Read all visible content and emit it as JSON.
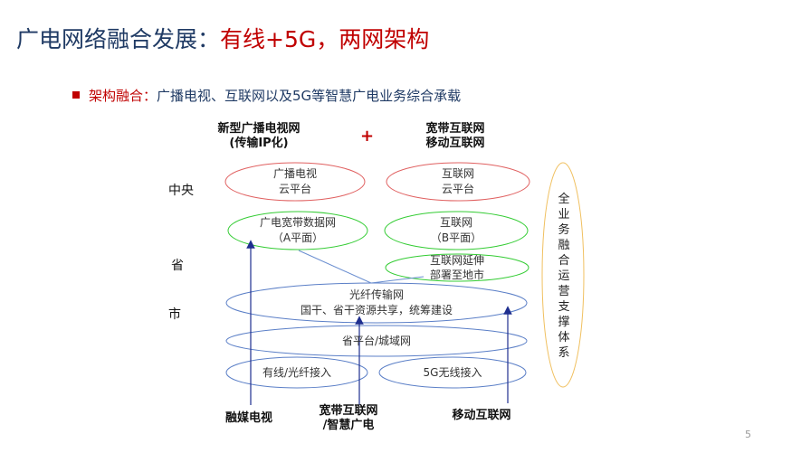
{
  "title": {
    "main": "广电网络融合发展：",
    "highlight": "有线+5G，两网架构"
  },
  "bullet": {
    "lead": "架构融合：",
    "text": "广播电视、互联网以及5G等智慧广电业务综合承载"
  },
  "headers": {
    "left": [
      "新型广播电视网",
      "(传输IP化)"
    ],
    "plus": "+",
    "right": [
      "宽带互联网",
      "移动互联网"
    ]
  },
  "levels": {
    "central": "中央",
    "province": "省",
    "city": "市"
  },
  "nodes": {
    "broadcast_cloud": [
      "广播电视",
      "云平台"
    ],
    "internet_cloud": [
      "互联网",
      "云平台"
    ],
    "broadband_data": [
      "广电宽带数据网",
      "（A平面）"
    ],
    "internet_b": [
      "互联网",
      "（B平面）"
    ],
    "internet_ext": [
      "互联网延伸",
      "部署至地市"
    ],
    "fiber": [
      "光纤传输网",
      "国干、省干资源共享，统筹建设"
    ],
    "province_platform": [
      "省平台/城域网"
    ],
    "cable_access": [
      "有线/光纤接入"
    ],
    "wireless_access": [
      "5G无线接入"
    ]
  },
  "side_support": [
    "全",
    "业",
    "务",
    "融",
    "合",
    "运",
    "营",
    "支",
    "撑",
    "体",
    "系"
  ],
  "bottom": {
    "media_tv": [
      "融媒电视"
    ],
    "broadband": [
      "宽带互联网",
      "/智慧广电"
    ],
    "mobile": [
      "移动互联网"
    ]
  },
  "colors": {
    "title": "#1f3a64",
    "accent": "#c00000",
    "red_ring": "#e06060",
    "green_ring": "#33cc33",
    "blue_ring": "#5b7fc7",
    "orange_ring": "#f0c060",
    "arrow": "#1f2f8f"
  },
  "page_number": "5"
}
